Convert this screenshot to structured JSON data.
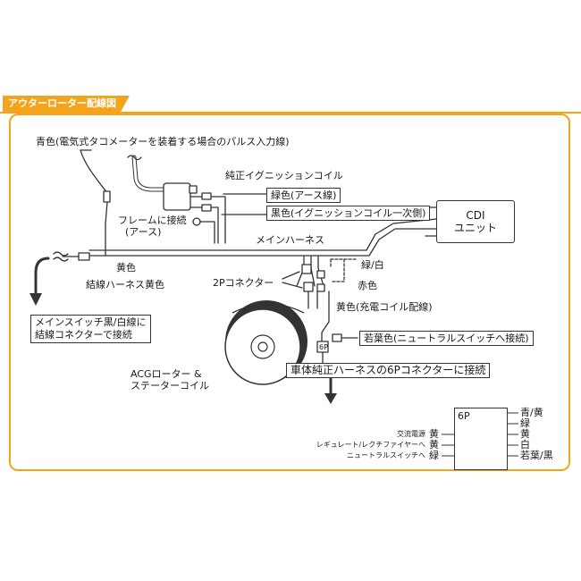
{
  "title": "アウターローター配線図",
  "labels": {
    "pulse_wire": "青色(電気式タコメーターを装着する場合のパルス入力線)",
    "ignition_coil": "純正イグニッションコイル",
    "green_earth": "緑色(アース線)",
    "black_primary": "黒色(イグニッションコイル一次側)",
    "frame_ground": "フレームに接続",
    "frame_ground_sub": "(アース)",
    "main_harness": "メインハーネス",
    "cdi_line1": "CDI",
    "cdi_line2": "ユニット",
    "yellow": "黄色",
    "binding_harness": "結線ハーネス黄色",
    "connector_2p": "2Pコネクター",
    "green_white": "緑/白",
    "red": "赤色",
    "yellow_charge": "黄色(充電コイル配線)",
    "light_green": "若葉色(ニュートラルスイッチへ接続)",
    "main_switch_line1": "メインスイッチ黒/白線に",
    "main_switch_line2": "結線コネクターで接続",
    "acg_line1": "ACGローター &",
    "acg_line2": "ステーターコイル",
    "body_6p": "車体純正ハーネスの6Pコネクターに接続",
    "connector_6p_small": "6P"
  },
  "connector_6p": {
    "tag": "6P",
    "left_rows": [
      {
        "desc": "交流電源",
        "color": "黄"
      },
      {
        "desc": "レギュレート/レクチファイヤーへ",
        "color": "黄"
      },
      {
        "desc": "ニュートラルスイッチへ",
        "color": "緑"
      }
    ],
    "right_pins": [
      "青/黄",
      "緑",
      "黄",
      "白",
      "若葉/黒"
    ]
  },
  "colors": {
    "accent": "#f4a41c",
    "line": "#333333"
  }
}
